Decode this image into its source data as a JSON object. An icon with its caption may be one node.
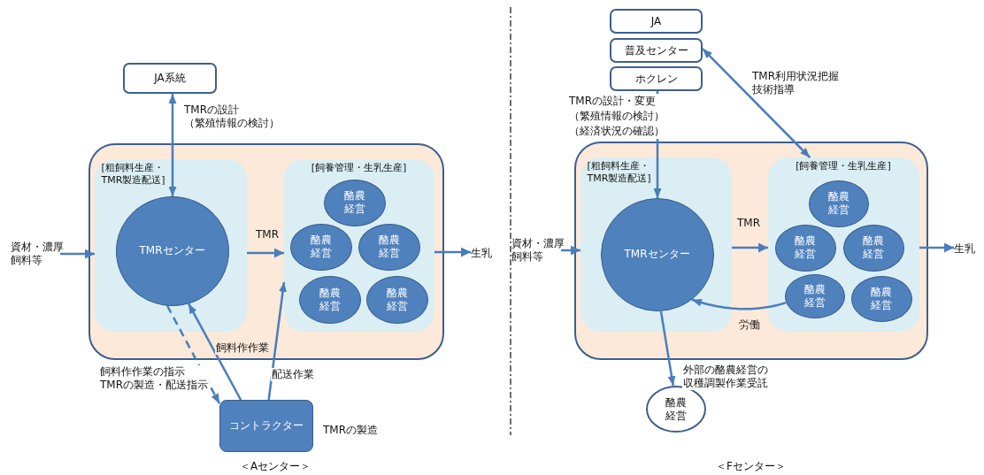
{
  "diagram": {
    "nodes": [
      {
        "text": [
          "JA系統"
        ]
      },
      {
        "text": [],
        "shape": "box"
      },
      {
        "text": [
          "[粗飼料生産・TMR製造配送]"
        ],
        "in": 1
      },
      {
        "text": [
          "TMRセンター"
        ],
        "in": 2
      },
      {
        "text": [
          "[飼養管理・生乳生産]"
        ],
        "in": 1
      },
      {
        "text": [
          "酪農経営"
        ],
        "in": 4
      },
      {
        "text": [
          "酪農経営"
        ],
        "in": 4
      },
      {
        "text": [
          "酪農経営"
        ],
        "in": 4
      },
      {
        "text": [
          "酪農経営"
        ],
        "in": 4
      },
      {
        "text": [
          "酪農経営"
        ],
        "in": 4
      },
      {
        "text": [
          "資材・濃厚飼料等"
        ]
      },
      {
        "text": [
          "生乳"
        ]
      },
      {
        "text": [
          "コントラクター"
        ],
        "beside": [
          "TMRの製造"
        ]
      },
      {
        "text": [
          "JA"
        ]
      },
      {
        "text": [
          "普及センター"
        ]
      },
      {
        "text": [
          "ホクレン"
        ]
      },
      {
        "text": [],
        "shape": "box"
      },
      {
        "text": [
          "[粗飼料生産・TMR製造配送]"
        ],
        "in": 16
      },
      {
        "text": [
          "TMRセンター"
        ],
        "in": 17
      },
      {
        "text": [
          "[飼養管理・生乳生産]"
        ],
        "in": 16
      },
      {
        "text": [
          "酪農経営"
        ],
        "in": 19
      },
      {
        "text": [
          "酪農経営"
        ],
        "in": 19
      },
      {
        "text": [
          "酪農経営"
        ],
        "in": 19
      },
      {
        "text": [
          "酪農経営"
        ],
        "in": 19
      },
      {
        "text": [
          "酪農経営"
        ],
        "in": 19
      },
      {
        "text": [
          "資材・濃厚飼料等"
        ]
      },
      {
        "text": [
          "生乳"
        ]
      },
      {
        "text": [
          "酪農経営"
        ]
      }
    ],
    "edges": [
      {
        "from": 0,
        "to": 3,
        "arrow": "both",
        "label": "TMRの設計（繁殖情報の検討）"
      },
      {
        "from": 10,
        "to": 2,
        "arrow": "to"
      },
      {
        "from": 2,
        "to": 4,
        "arrow": "to",
        "label": "TMR"
      },
      {
        "from": 4,
        "to": 11,
        "arrow": "to"
      },
      {
        "from": 3,
        "to": 12,
        "arrow": "to",
        "style": "dashed",
        "label": "飼料作作業の指示TMRの製造・配送指示"
      },
      {
        "from": 12,
        "to": 3,
        "arrow": "to",
        "label": "飼料作作業"
      },
      {
        "from": 12,
        "to": 4,
        "arrow": "to",
        "label": "配送作業"
      },
      {
        "from": 15,
        "to": 18,
        "arrow": "both",
        "label": "TMRの設計・変更（繁殖情報の検討）（経済状況の確認）"
      },
      {
        "from": 14,
        "to": 19,
        "arrow": "both",
        "label": "TMR利用状況把握技術指導"
      },
      {
        "from": 25,
        "to": 17,
        "arrow": "to"
      },
      {
        "from": 17,
        "to": 19,
        "arrow": "to",
        "label": "TMR"
      },
      {
        "from": 19,
        "to": 26,
        "arrow": "to"
      },
      {
        "from": 23,
        "to": 18,
        "arrow": "to",
        "label": "労働"
      },
      {
        "from": 18,
        "to": 27,
        "arrow": "to",
        "label": "外部の酪農経営の収穫調製作業受託"
      }
    ],
    "labels": [
      "＜Aセンター＞",
      "＜Fセンター＞"
    ]
  }
}
